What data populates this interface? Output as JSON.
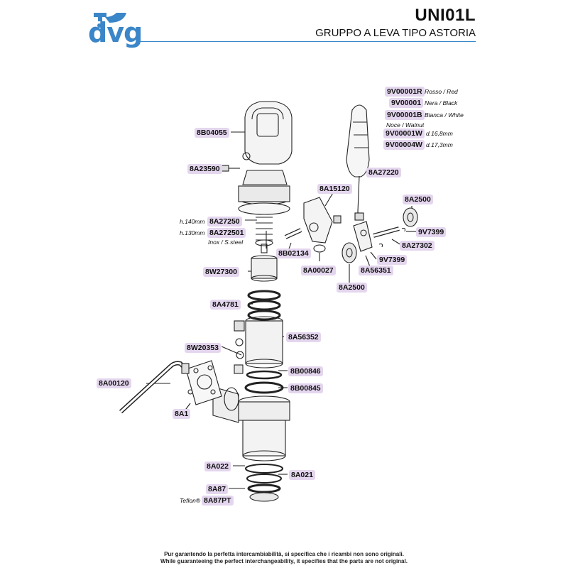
{
  "brand": {
    "name": "dvg",
    "color": "#3a86c8",
    "icon": "faucet-icon"
  },
  "header": {
    "model": "UNI01L",
    "description": "GRUPPO A LEVA TIPO ASTORIA"
  },
  "parts": {
    "p9V00001R": "9V00001R",
    "p9V00001": "9V00001",
    "p9V00001B": "9V00001B",
    "p9V00001W": "9V00001W",
    "p9V00004W": "9V00004W",
    "p8B04055": "8B04055",
    "p8A23590": "8A23590",
    "p8A27220": "8A27220",
    "p8A15120": "8A15120",
    "p8A2500a": "8A2500",
    "p8A27250": "8A27250",
    "p8A272501": "8A272501",
    "p9V7399a": "9V7399",
    "p8A27302": "8A27302",
    "p8B02134": "8B02134",
    "p9V7399b": "9V7399",
    "p8W27300": "8W27300",
    "p8A00027": "8A00027",
    "p8A56351": "8A56351",
    "p8A2500b": "8A2500",
    "p8A4781": "8A4781",
    "p8A56352": "8A56352",
    "p8W20353": "8W20353",
    "p8B00846": "8B00846",
    "p8A00120": "8A00120",
    "p8B00845": "8B00845",
    "p8A1": "8A1",
    "p8A022": "8A022",
    "p8A021": "8A021",
    "p8A87": "8A87",
    "p8A87PT": "8A87PT"
  },
  "notes": {
    "rosso": "Rosso / Red",
    "nera": "Nera / Black",
    "bianca": "Bianca / White",
    "noce": "Noce / Walnut",
    "d168": "d.16,8mm",
    "d173": "d.17,3mm",
    "h140": "h.140mm",
    "h130": "h.130mm",
    "inox": "Inox / S.steel",
    "teflon": "Teflon®"
  },
  "footer": {
    "it": "Pur garantendo la perfetta intercambiabilità, si specifica che i ricambi non sono originali.",
    "en": "While guaranteeing the perfect interchangeability, it specifies that the parts are not original."
  },
  "colors": {
    "tag_bg": "#e4d6ee",
    "line": "#222222",
    "brand": "#3a86c8"
  }
}
